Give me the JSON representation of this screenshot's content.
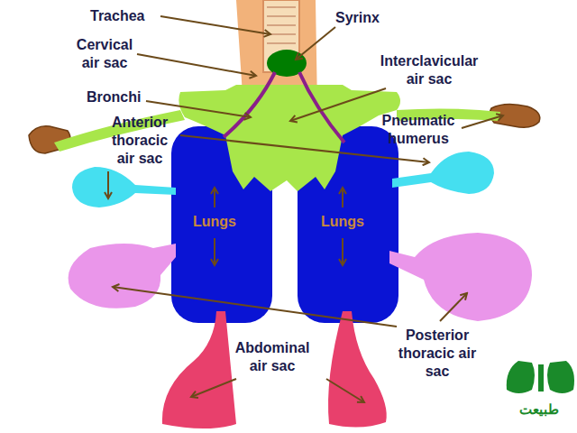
{
  "diagram": {
    "labels": [
      "Trachea",
      "Syrinx",
      "Cervical air sac",
      "Interclavicular air sac",
      "Bronchi",
      "Anterior thoracic air sac",
      "Pneumatic humerus",
      "Lungs",
      "Lungs",
      "Posterior thoracic air sac",
      "Abdominal air sac",
      "طبیعت"
    ]
  }
}
